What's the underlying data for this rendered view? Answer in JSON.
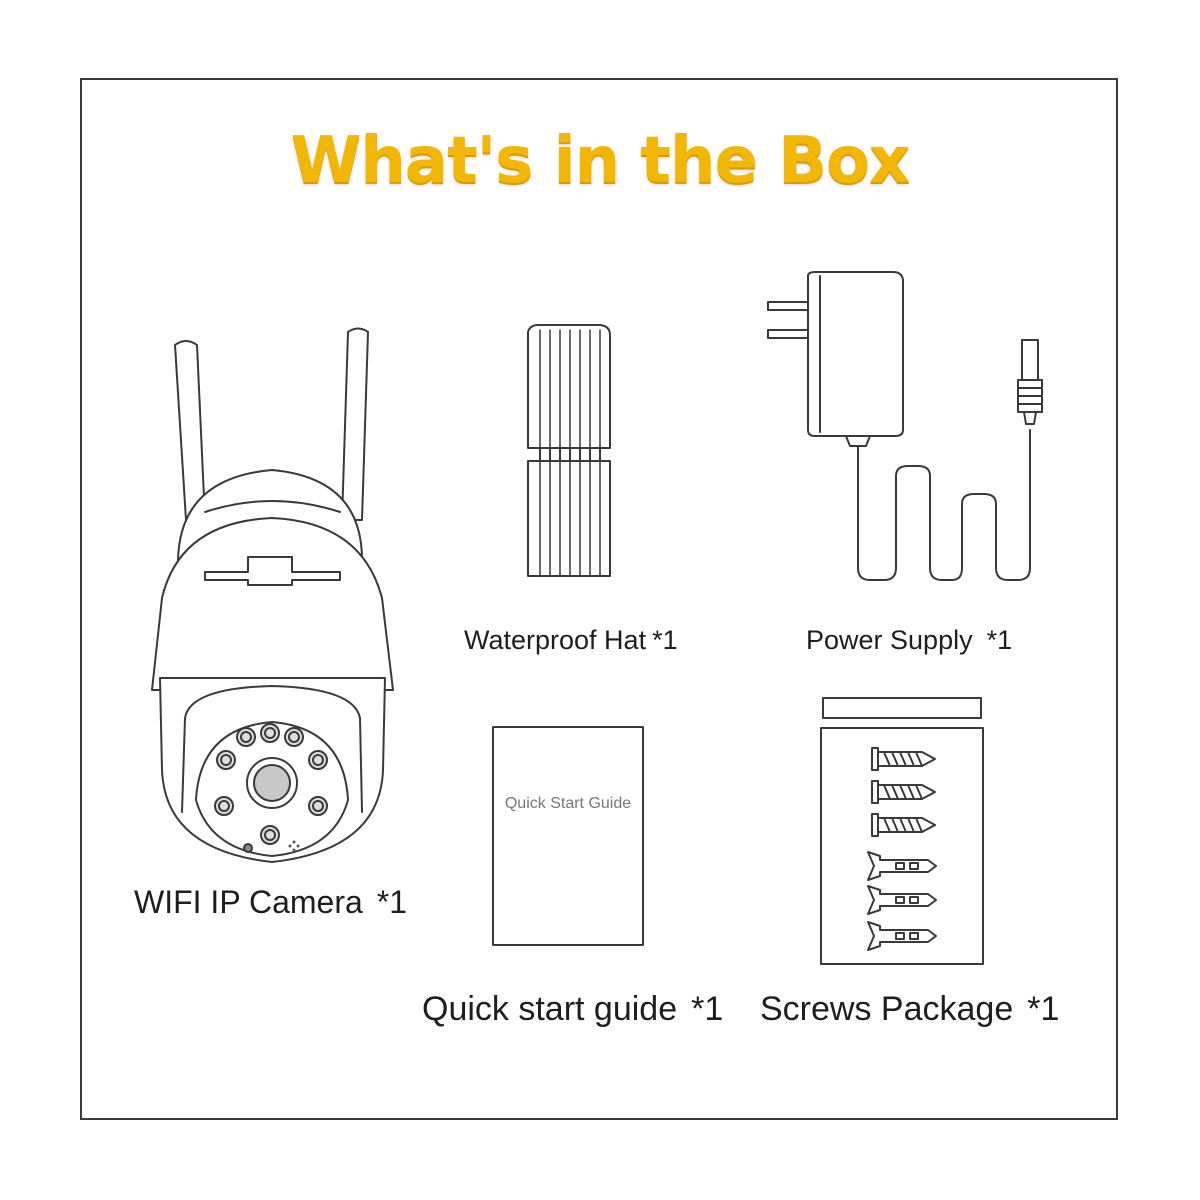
{
  "title": "What's in the Box",
  "colors": {
    "title": "#f2b705",
    "line": "#3a3a3a",
    "text": "#1e1e1e"
  },
  "items": {
    "camera": {
      "name": "WIFI IP Camera",
      "qty": "*1",
      "icon": "ptz-camera-icon"
    },
    "hat": {
      "name": "Waterproof Hat",
      "qty": "*1",
      "icon": "waterproof-hat-icon"
    },
    "power": {
      "name": "Power Supply",
      "qty": "*1",
      "icon": "power-adapter-icon"
    },
    "guide": {
      "name": "Quick start guide",
      "qty": "*1",
      "icon": "booklet-icon",
      "cover_text": "Quick Start Guide"
    },
    "screws": {
      "name": "Screws Package",
      "qty": "*1",
      "icon": "screw-bag-icon"
    }
  }
}
